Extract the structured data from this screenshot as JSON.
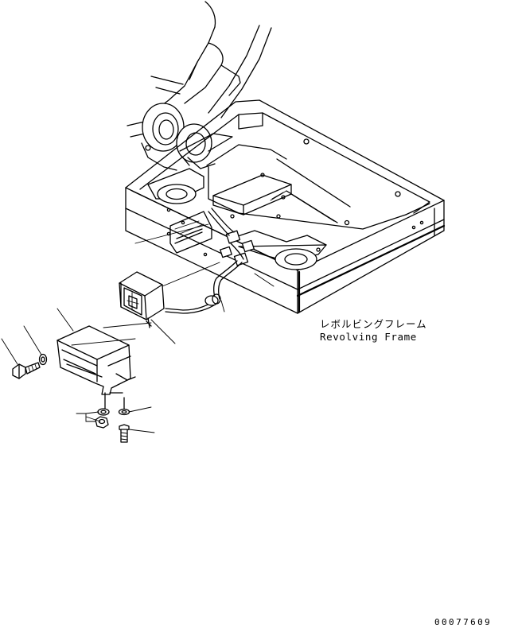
{
  "diagram": {
    "label_jp": "レボルビングフレーム",
    "label_en": "Revolving Frame",
    "drawing_code": "00077609"
  }
}
